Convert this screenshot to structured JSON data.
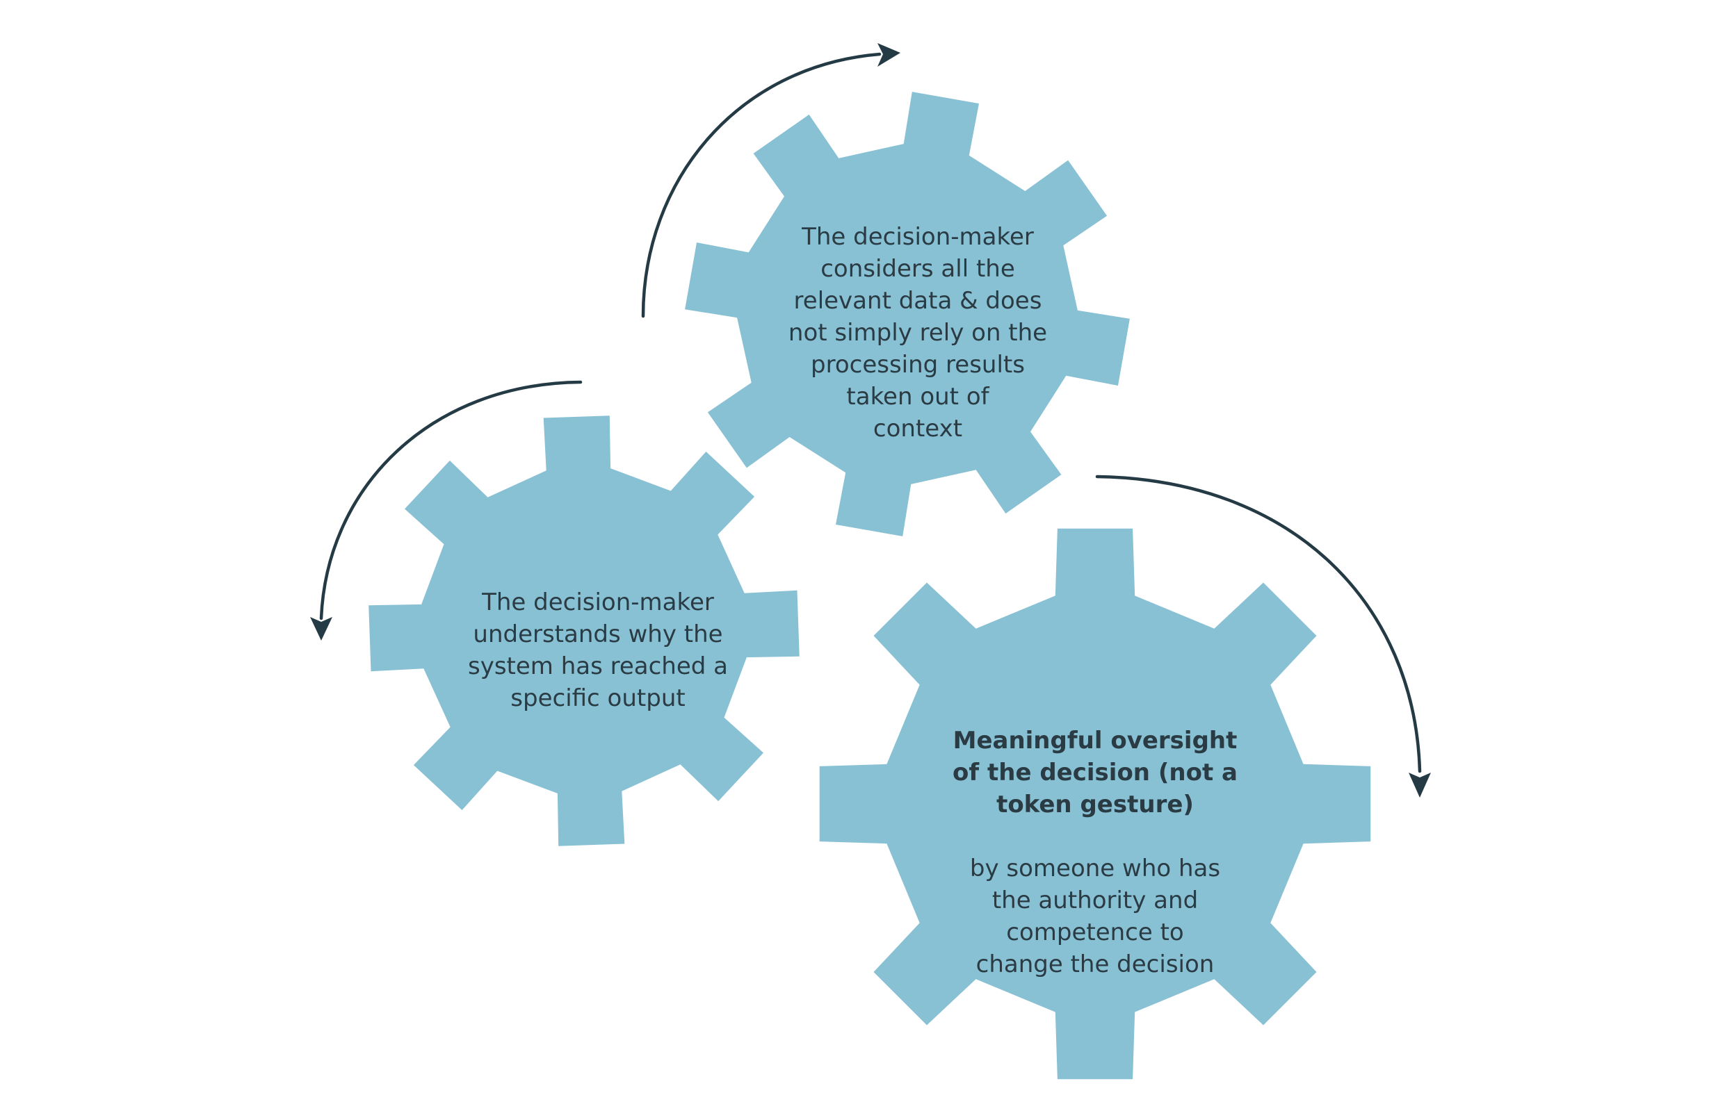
{
  "diagram": {
    "colors": {
      "gear": "#88c1d4",
      "arrow": "#243a44",
      "text": "#2a3b44",
      "background": "#ffffff"
    },
    "gears": {
      "top": {
        "text": "The decision-maker\nconsiders all the\nrelevant data & does\nnot simply rely on the\nprocessing results\ntaken out of\ncontext"
      },
      "left": {
        "text": "The decision-maker\nunderstands why the\nsystem has reached a\nspecific output"
      },
      "right": {
        "title": "Meaningful oversight\nof the decision (not a\ntoken gesture)",
        "text": "by someone who has\nthe authority and\ncompetence to\nchange the decision"
      }
    },
    "arrows": [
      {
        "direction": "clockwise"
      },
      {
        "direction": "counter-clockwise"
      },
      {
        "direction": "clockwise"
      }
    ]
  }
}
